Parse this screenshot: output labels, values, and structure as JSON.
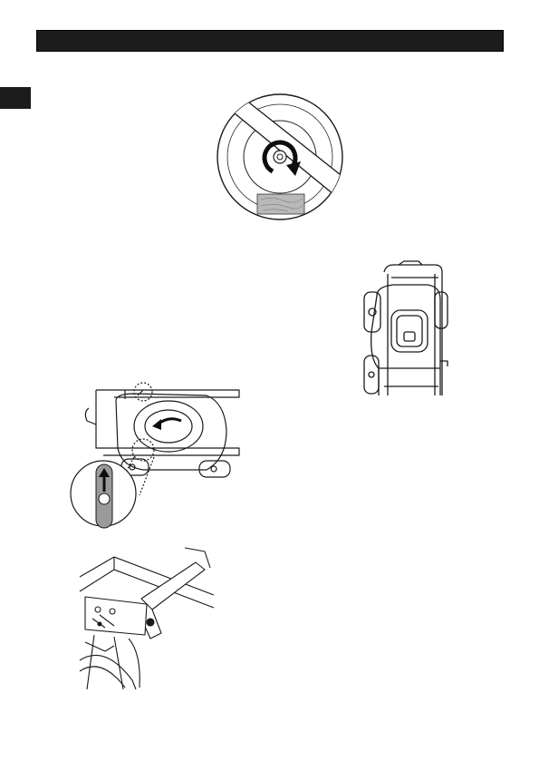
{
  "page": {
    "header_bar": {
      "color": "#1c1c1c"
    },
    "side_tab": {
      "color": "#1c1c1c"
    }
  },
  "figures": [
    {
      "id": "blade-detail",
      "icon": "blade-rotation-illustration"
    },
    {
      "id": "mower-upright",
      "icon": "mower-storage-illustration"
    },
    {
      "id": "mower-side",
      "icon": "mower-handle-fold-illustration"
    },
    {
      "id": "latch-detail",
      "icon": "handle-latch-illustration"
    }
  ]
}
